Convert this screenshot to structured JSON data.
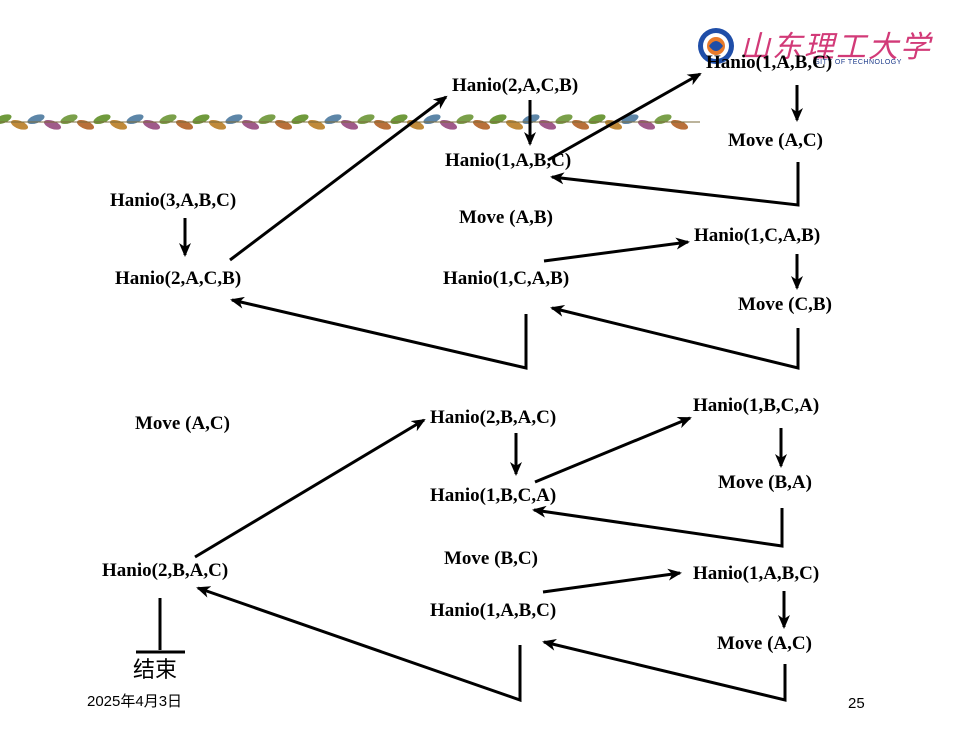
{
  "header": {
    "logo_text": "山东理工大学",
    "logo_subtitle": "SITY OF TECHNOLOGY"
  },
  "nodes": [
    {
      "id": "n1",
      "text": "Hanio(3,A,B,C)"
    },
    {
      "id": "n2",
      "text": "Hanio(2,A,C,B)"
    },
    {
      "id": "n3",
      "text": "Hanio(2,A,C,B)"
    },
    {
      "id": "n4",
      "text": "Hanio(1,A,B,C)"
    },
    {
      "id": "n5",
      "text": "Move (A,B)"
    },
    {
      "id": "n6",
      "text": "Hanio(1,C,A,B)"
    },
    {
      "id": "n7",
      "text": "Hanio(1,A,B,C)"
    },
    {
      "id": "n8",
      "text": "Move (A,C)"
    },
    {
      "id": "n9",
      "text": "Hanio(1,C,A,B)"
    },
    {
      "id": "n10",
      "text": "Move (C,B)"
    },
    {
      "id": "n11",
      "text": "Move (A,C)"
    },
    {
      "id": "n12",
      "text": "Hanio(2,B,A,C)"
    },
    {
      "id": "n13",
      "text": "Hanio(2,B,A,C)"
    },
    {
      "id": "n14",
      "text": "Hanio(1,B,C,A)"
    },
    {
      "id": "n15",
      "text": "Move (B,C)"
    },
    {
      "id": "n16",
      "text": "Hanio(1,A,B,C)"
    },
    {
      "id": "n17",
      "text": "Hanio(1,B,C,A)"
    },
    {
      "id": "n18",
      "text": "Move (B,A)"
    },
    {
      "id": "n19",
      "text": "Hanio(1,A,B,C)"
    },
    {
      "id": "n20",
      "text": "Move (A,C)"
    }
  ],
  "end_label": "结束",
  "footer": {
    "date": "2025年4月3日",
    "page_number": "25"
  }
}
